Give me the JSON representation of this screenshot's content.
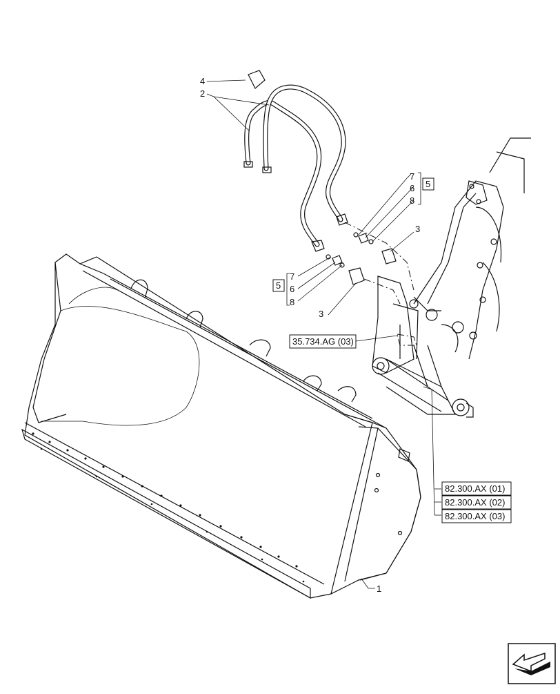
{
  "callouts": {
    "c4": "4",
    "c2": "2",
    "c7a": "7",
    "c6a": "6",
    "c8a": "8",
    "c5a": "5",
    "c3a": "3",
    "c7b": "7",
    "c6b": "6",
    "c8b": "8",
    "c5b": "5",
    "c3b": "3",
    "c1": "1"
  },
  "references": {
    "ref_a": "35.734.AG (03)",
    "ref_b": "82.300.AX (01)",
    "ref_c": "82.300.AX (02)",
    "ref_d": "82.300.AX (03)"
  },
  "nav_icon": "arrow-back-icon"
}
